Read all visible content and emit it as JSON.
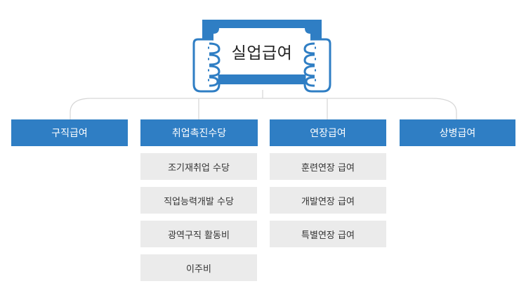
{
  "title": "실업급여",
  "categories": [
    {
      "label": "구직급여",
      "items": []
    },
    {
      "label": "취업촉진수당",
      "items": [
        "조기재취업 수당",
        "직업능력개발 수당",
        "광역구직 활동비",
        "이주비"
      ]
    },
    {
      "label": "연장급여",
      "items": [
        "훈련연장 급여",
        "개발연장 급여",
        "특별연장 급여"
      ]
    },
    {
      "label": "상병급여",
      "items": []
    }
  ],
  "colors": {
    "accent": "#2f7ec4",
    "sub_bg": "#ebebeb",
    "line": "#d6d6d6"
  }
}
